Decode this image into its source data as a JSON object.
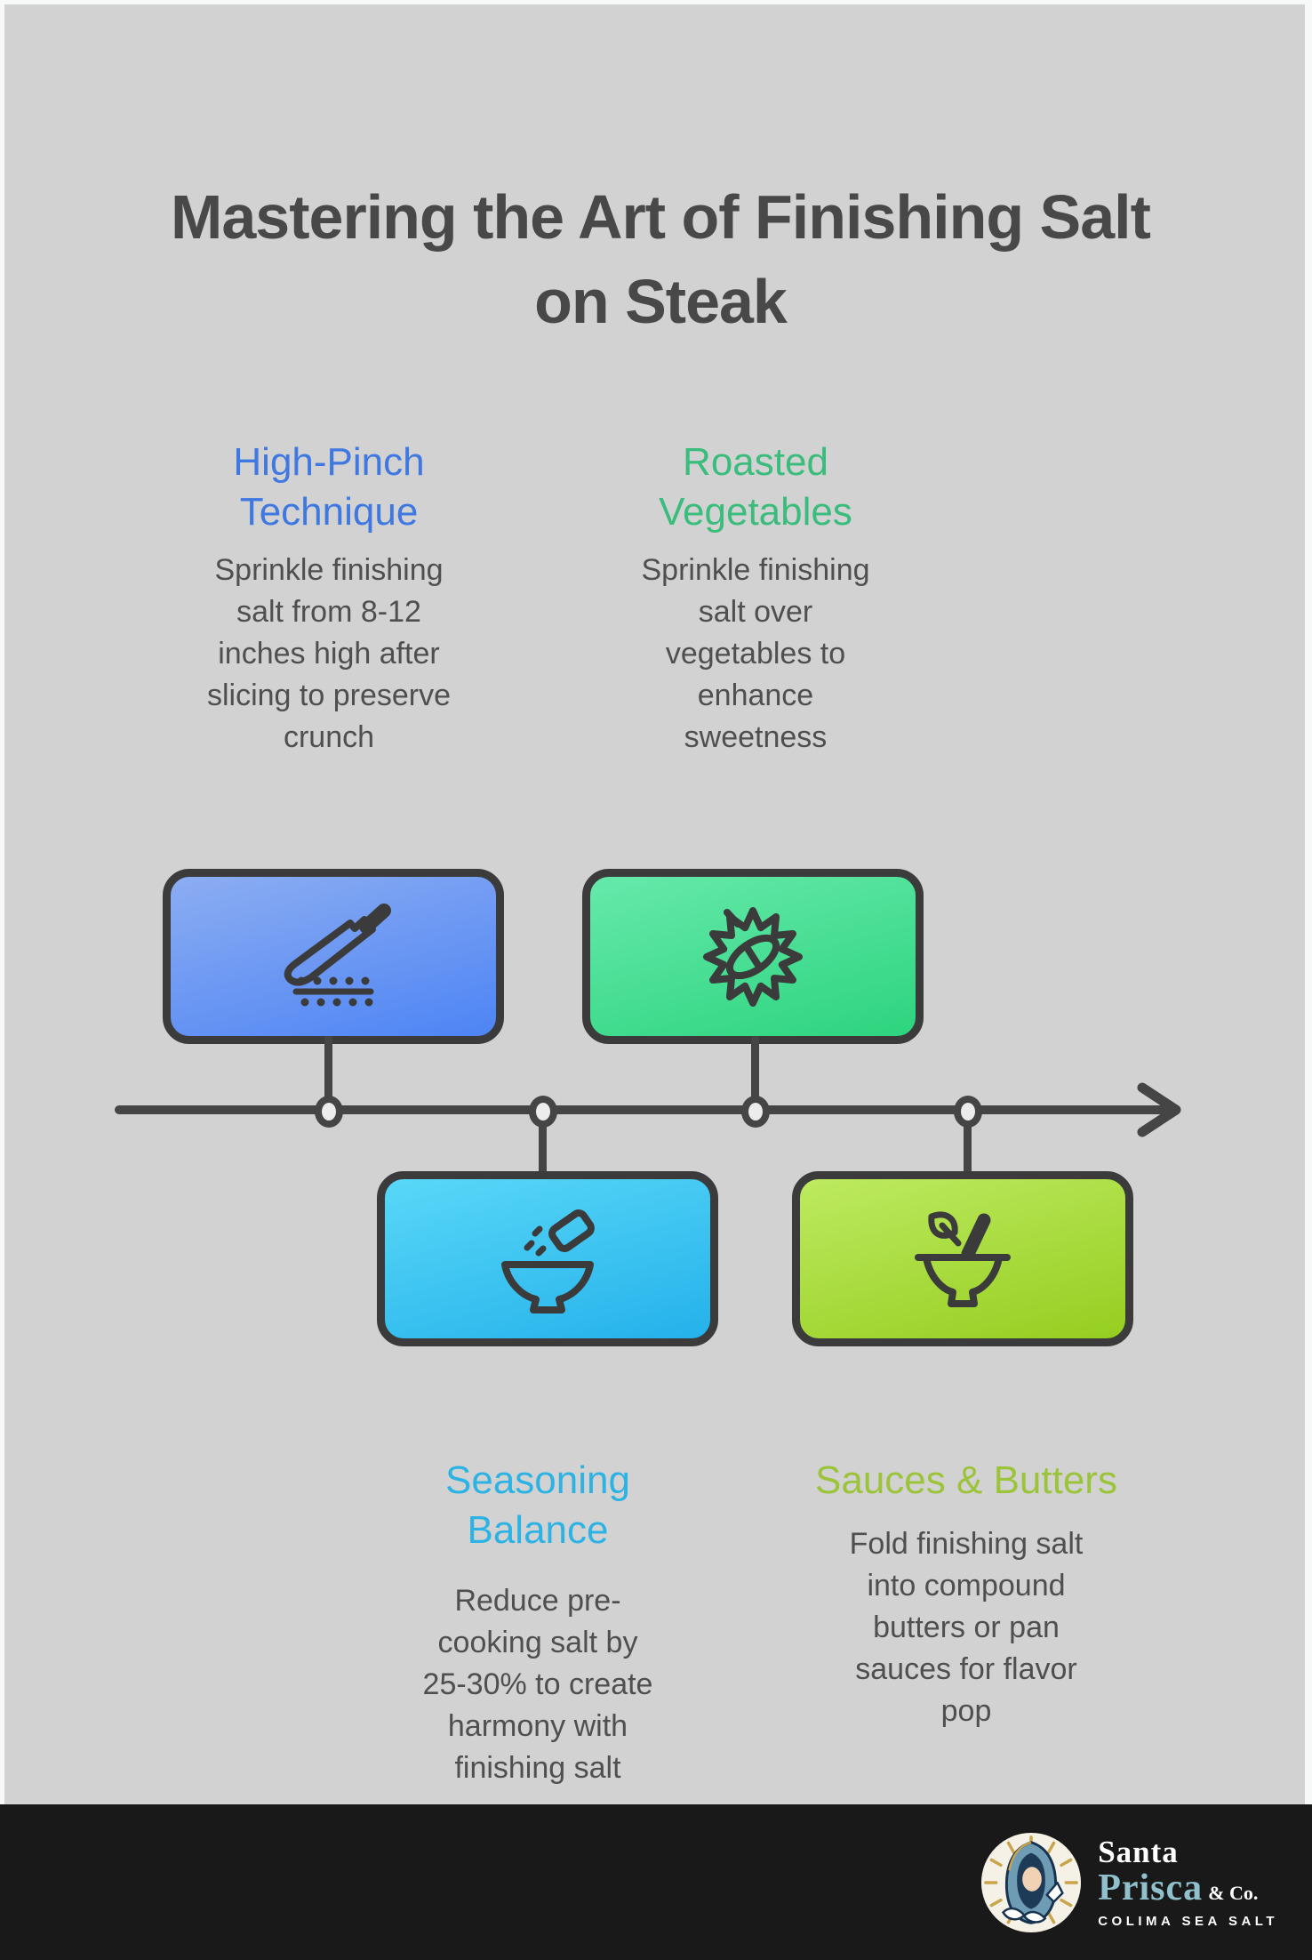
{
  "colors": {
    "page_bg": "#f7f9f9",
    "canvas_bg": "#d2d2d2",
    "title_text": "#484848",
    "body_text": "#4f4f4f",
    "timeline": "#454545",
    "card_border": "#3b3b3b",
    "footer_bg": "#191919"
  },
  "title": "Mastering the Art of Finishing Salt\non Steak",
  "steps": [
    {
      "heading": "High-Pinch\nTechnique",
      "heading_color": "#3e78e0",
      "body": "Sprinkle finishing\nsalt from 8-12\ninches high after\nslicing to preserve\ncrunch",
      "icon": "knife-slicing-icon",
      "card_gradient": [
        "#8cadf2",
        "#4d84f4"
      ],
      "position": "above-line"
    },
    {
      "heading": "Roasted\nVegetables",
      "heading_color": "#3abd7c",
      "body": "Sprinkle finishing\nsalt over\nvegetables to\nenhance\nsweetness",
      "icon": "spiky-vegetable-icon",
      "card_gradient": [
        "#66e9ab",
        "#2dd47e"
      ],
      "position": "above-line"
    },
    {
      "heading": "Seasoning\nBalance",
      "heading_color": "#2cb3e4",
      "body": "Reduce pre-\ncooking salt by\n25-30% to create\nharmony with\nfinishing salt",
      "icon": "salt-pour-bowl-icon",
      "card_gradient": [
        "#59d8f8",
        "#24b1ea"
      ],
      "position": "below-line"
    },
    {
      "heading": "Sauces & Butters",
      "heading_color": "#9cc43a",
      "body": "Fold finishing salt\ninto compound\nbutters or pan\nsauces for flavor\npop",
      "icon": "mortar-pestle-icon",
      "card_gradient": [
        "#bdea60",
        "#95ce20"
      ],
      "position": "below-line"
    }
  ],
  "timeline": {
    "direction": "left-to-right-arrow",
    "node_count": 4
  },
  "footer": {
    "logo": "madonna-emblem-icon",
    "brand_top": "Santa",
    "brand_main": "Prisca",
    "brand_suffix": "& Co.",
    "brand_main_color": "#8fc0cc",
    "tagline": "COLIMA SEA SALT"
  }
}
